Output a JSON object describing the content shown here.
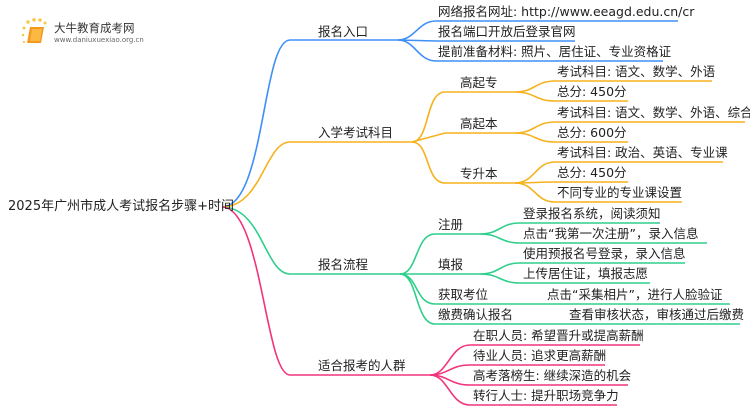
{
  "logo": {
    "title": "大牛教育成考网",
    "url": "www.daniuxuexiao.org.cn"
  },
  "root": "2025年广州市成人考试报名步骤+时间",
  "colors": {
    "blue": "#3f8ff7",
    "orange": "#f6b21e",
    "green": "#2fcf8c",
    "pink": "#f2337c"
  },
  "branches": [
    {
      "label": "报名入口",
      "items": [
        "网络报名网址: http://www.eeagd.edu.cn/cr",
        "报名端口开放后登录官网",
        "提前准备材料: 照片、居住证、专业资格证"
      ]
    },
    {
      "label": "入学考试科目",
      "groups": [
        {
          "label": "高起专",
          "items": [
            "考试科目: 语文、数学、外语",
            "总分: 450分"
          ]
        },
        {
          "label": "高起本",
          "items": [
            "考试科目: 语文、数学、外语、综合",
            "总分: 600分"
          ]
        },
        {
          "label": "专升本",
          "items": [
            "考试科目: 政治、英语、专业课",
            "总分: 450分",
            "不同专业的专业课设置"
          ]
        }
      ]
    },
    {
      "label": "报名流程",
      "groups": [
        {
          "label": "注册",
          "items": [
            "登录报名系统，阅读须知",
            "点击“我第一次注册”，录入信息"
          ]
        },
        {
          "label": "填报",
          "items": [
            "使用预报名号登录，录入信息",
            "上传居住证，填报志愿"
          ]
        },
        {
          "label": "获取考位",
          "items": [
            "点击“采集相片”，进行人脸验证"
          ]
        },
        {
          "label": "缴费确认报名",
          "items": [
            "查看审核状态，审核通过后缴费"
          ]
        }
      ]
    },
    {
      "label": "适合报考的人群",
      "items": [
        "在职人员: 希望晋升或提高薪酬",
        "待业人员: 追求更高薪酬",
        "高考落榜生: 继续深造的机会",
        "转行人士: 提升职场竞争力"
      ]
    }
  ]
}
